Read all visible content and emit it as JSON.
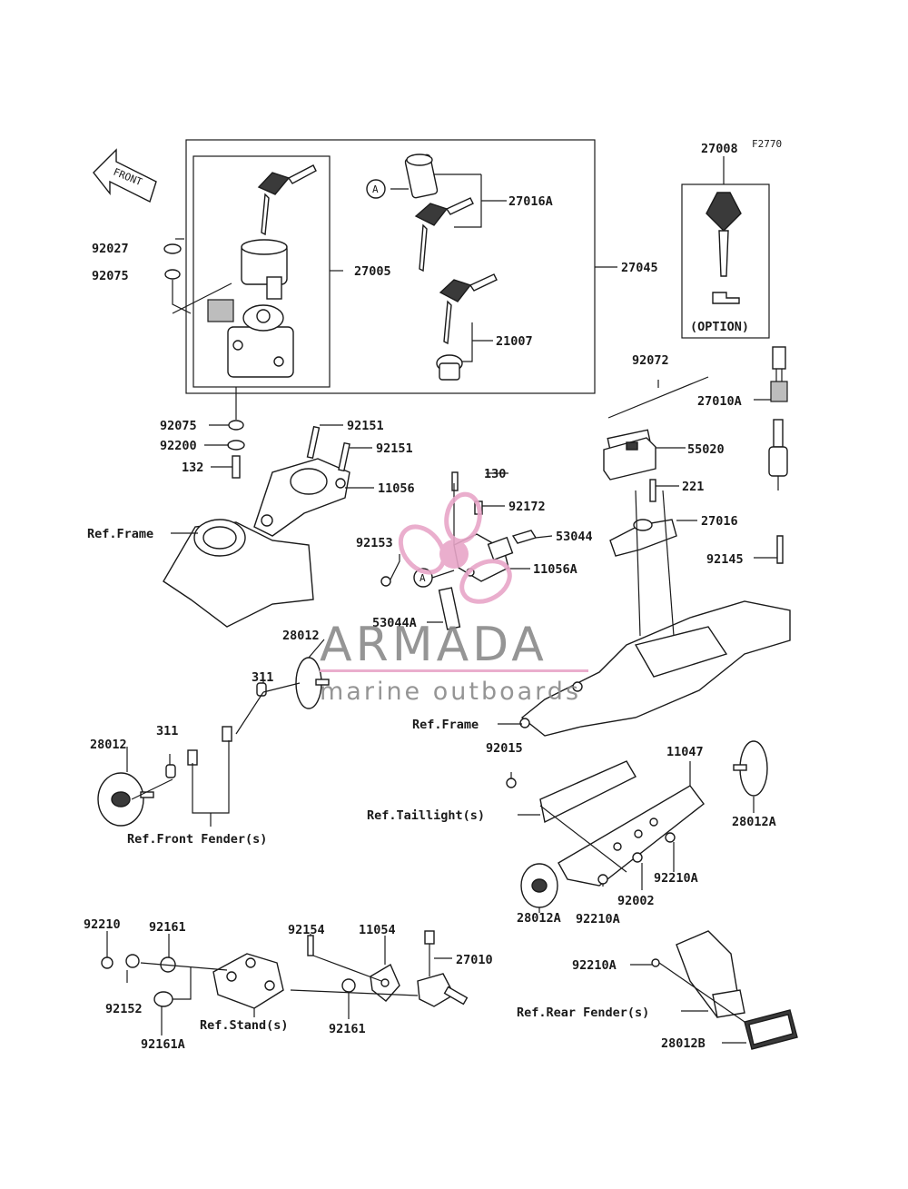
{
  "diagram_code": "F2770",
  "front_arrow_label": "FRONT",
  "callouts": {
    "p27008": "27008",
    "p27016A": "27016A",
    "p27005": "27005",
    "p27045": "27045",
    "p21007": "21007",
    "option": "(OPTION)",
    "p92027": "92027",
    "p92075_top": "92075",
    "p92075_bot": "92075",
    "p92200": "92200",
    "p132": "132",
    "p92151_a": "92151",
    "p92151_b": "92151",
    "p11056": "11056",
    "ref_frame_left": "Ref.Frame",
    "p130": "130",
    "p92172": "92172",
    "p53044": "53044",
    "p92153": "92153",
    "p11056A": "11056A",
    "p53044A": "53044A",
    "p92072": "92072",
    "p27010A": "27010A",
    "p55020": "55020",
    "p221": "221",
    "p27016": "27016",
    "p92145": "92145",
    "p28012_a": "28012",
    "p311_a": "311",
    "p311_b": "311",
    "p28012_b": "28012",
    "ref_front_fender": "Ref.Front Fender(s)",
    "ref_frame_right": "Ref.Frame",
    "p92015": "92015",
    "p11047": "11047",
    "ref_taillight": "Ref.Taillight(s)",
    "p28012A_right": "28012A",
    "p92210A_a": "92210A",
    "p92002": "92002",
    "p92210A_b": "92210A",
    "p28012A_bottom": "28012A",
    "p92210": "92210",
    "p92161_a": "92161",
    "p92154": "92154",
    "p11054": "11054",
    "p27010": "27010",
    "p92152": "92152",
    "ref_stand": "Ref.Stand(s)",
    "p92161_b": "92161",
    "p92161A": "92161A",
    "p92210A_c": "92210A",
    "ref_rear_fender": "Ref.Rear Fender(s)",
    "p28012B": "28012B",
    "circle_a_1": "A",
    "circle_a_2": "A"
  },
  "watermark": {
    "brand": "ARMADA",
    "tagline": "marine outboards",
    "accent_color": "#e8a6c8"
  }
}
